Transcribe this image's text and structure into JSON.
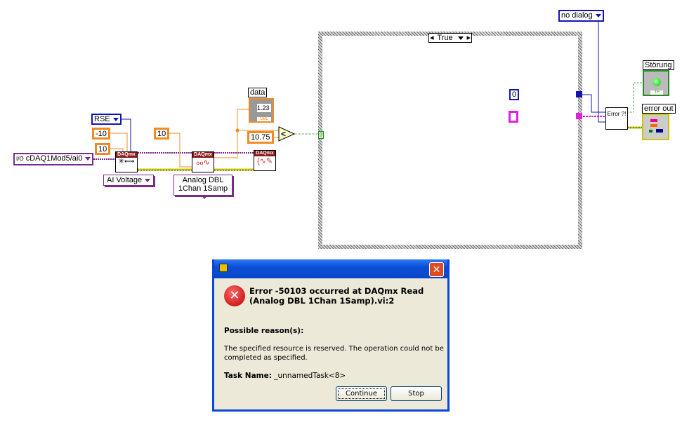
{
  "diagram": {
    "no_dialog": "no dialog",
    "rse": "RSE",
    "min": "-10",
    "max": "10",
    "channel": "cDAQ1Mod5/ai0",
    "ai_voltage": "AI Voltage",
    "timeout": "10",
    "read_mode": "Analog DBL 1Chan 1Samp",
    "daqmx": "DAQmx",
    "data_label": "data",
    "data_value": "1.23",
    "dbl": "DBL",
    "threshold": "10.75",
    "compare": "<",
    "case_selector": "True",
    "tunnel_q": "?",
    "zero": "0",
    "error_handler": "Error ?!",
    "stoerung_label": "Störung",
    "tf": "TF",
    "error_out_label": "error out"
  },
  "dialog": {
    "title": "",
    "message": "Error -50103 occurred at DAQmx Read (Analog DBL 1Chan 1Samp).vi:2",
    "reasons_heading": "Possible reason(s):",
    "reason": "The specified resource is reserved. The operation could not be completed as specified.",
    "task_label": "Task Name:",
    "task_value": "_unnamedTask<8>",
    "continue": "Continue",
    "stop": "Stop"
  }
}
